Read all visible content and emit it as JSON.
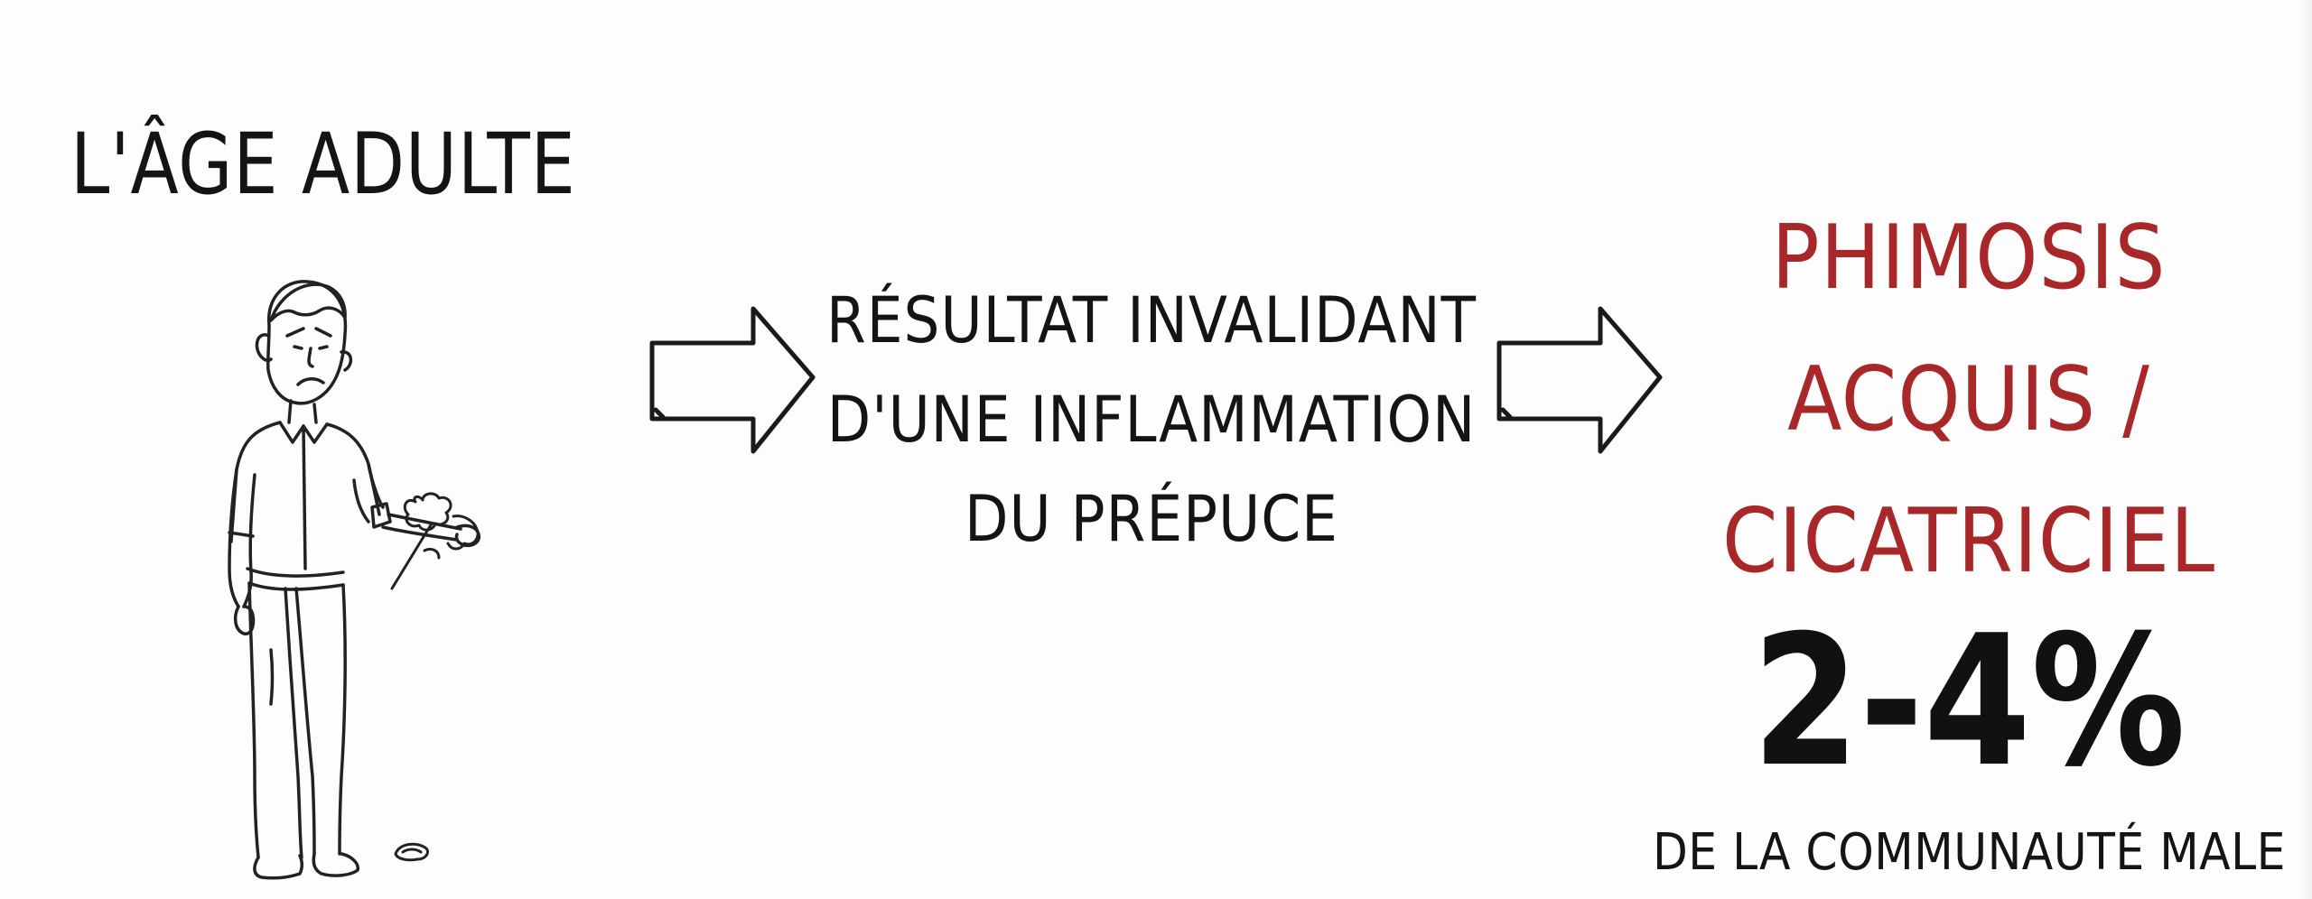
{
  "heading": "L'ÂGE ADULTE",
  "middle_lines": [
    "RÉSULTAT INVALIDANT",
    "D'UNE INFLAMMATION",
    "DU PRÉPUCE"
  ],
  "result_lines": [
    "PHIMOSIS",
    "ACQUIS /",
    "CICATRICIEL"
  ],
  "statistic": "2-4%",
  "statistic_caption": "DE LA COMMUNAUTÉ MALE",
  "colors": {
    "accent_red": "#a8282a",
    "ink": "#141414",
    "background": "#ffffff"
  },
  "illustrations": {
    "figure": "sad-man-holding-wilted-flower",
    "arrows": [
      "outline-right-arrow",
      "outline-right-arrow"
    ]
  }
}
